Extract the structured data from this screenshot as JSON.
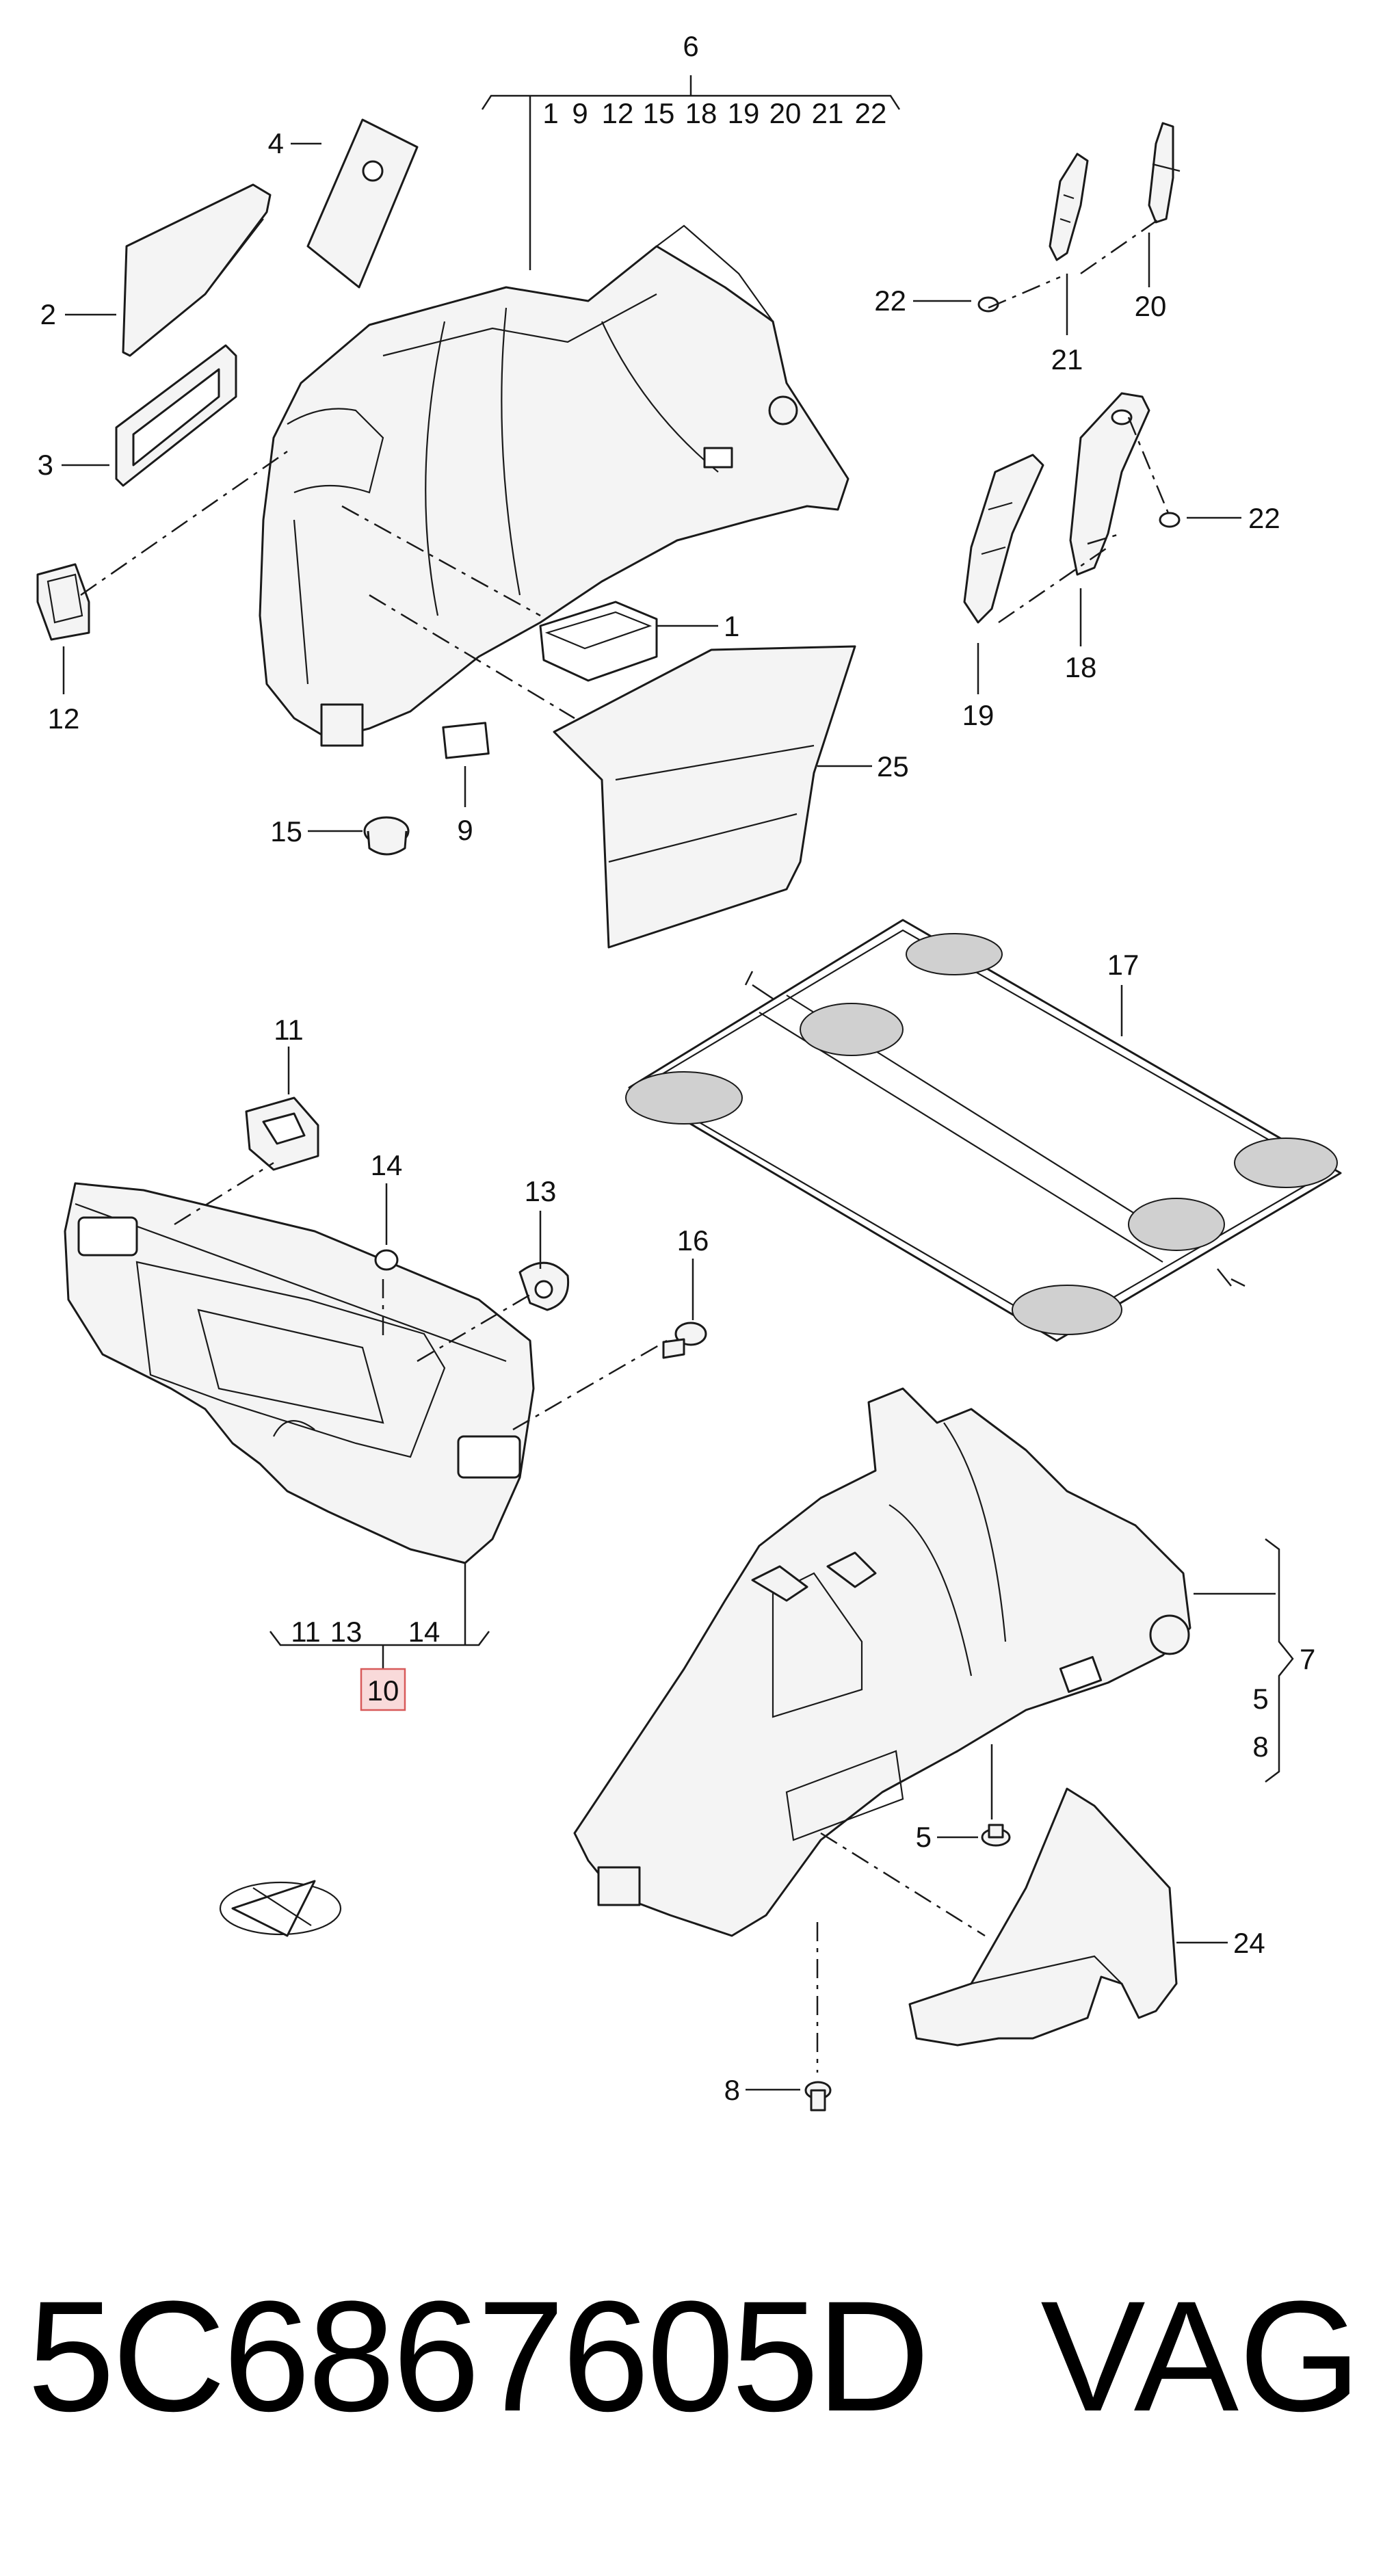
{
  "callouts": {
    "c1": "1",
    "c2": "2",
    "c3": "3",
    "c4": "4",
    "c5": "5",
    "c6": "6",
    "c7": "7",
    "c8": "8",
    "c9": "9",
    "c10": "10",
    "c11": "11",
    "c12": "12",
    "c13": "13",
    "c14": "14",
    "c15": "15",
    "c16": "16",
    "c17": "17",
    "c18": "18",
    "c19": "19",
    "c20": "20",
    "c21": "21",
    "c22": "22",
    "c24": "24",
    "c25": "25"
  },
  "group6": [
    "1",
    "9",
    "12",
    "15",
    "18",
    "19",
    "20",
    "21",
    "22"
  ],
  "group10": [
    "11",
    "13",
    "14"
  ],
  "group7": [
    "5",
    "8"
  ],
  "highlighted_callout": "10",
  "highlight_color": "#f9dada",
  "footer": {
    "part_number": "5C6867605D",
    "brand": "VAG"
  }
}
